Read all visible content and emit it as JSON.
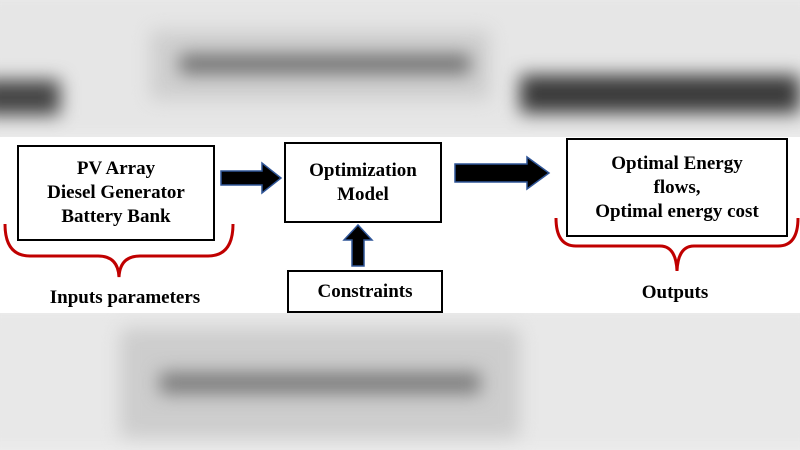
{
  "diagram": {
    "inputs": {
      "lines": [
        "PV Array",
        "Diesel Generator",
        "Battery Bank"
      ],
      "caption": "Inputs parameters"
    },
    "model": {
      "lines": [
        "Optimization",
        "Model"
      ]
    },
    "constraints": {
      "label": "Constraints"
    },
    "outputs": {
      "lines": [
        "Optimal Energy",
        "flows,",
        "Optimal energy cost"
      ],
      "caption": "Outputs"
    }
  },
  "colors": {
    "brace": "#c00000",
    "arrow_fill": "#000000",
    "arrow_outline": "#2f5597"
  }
}
